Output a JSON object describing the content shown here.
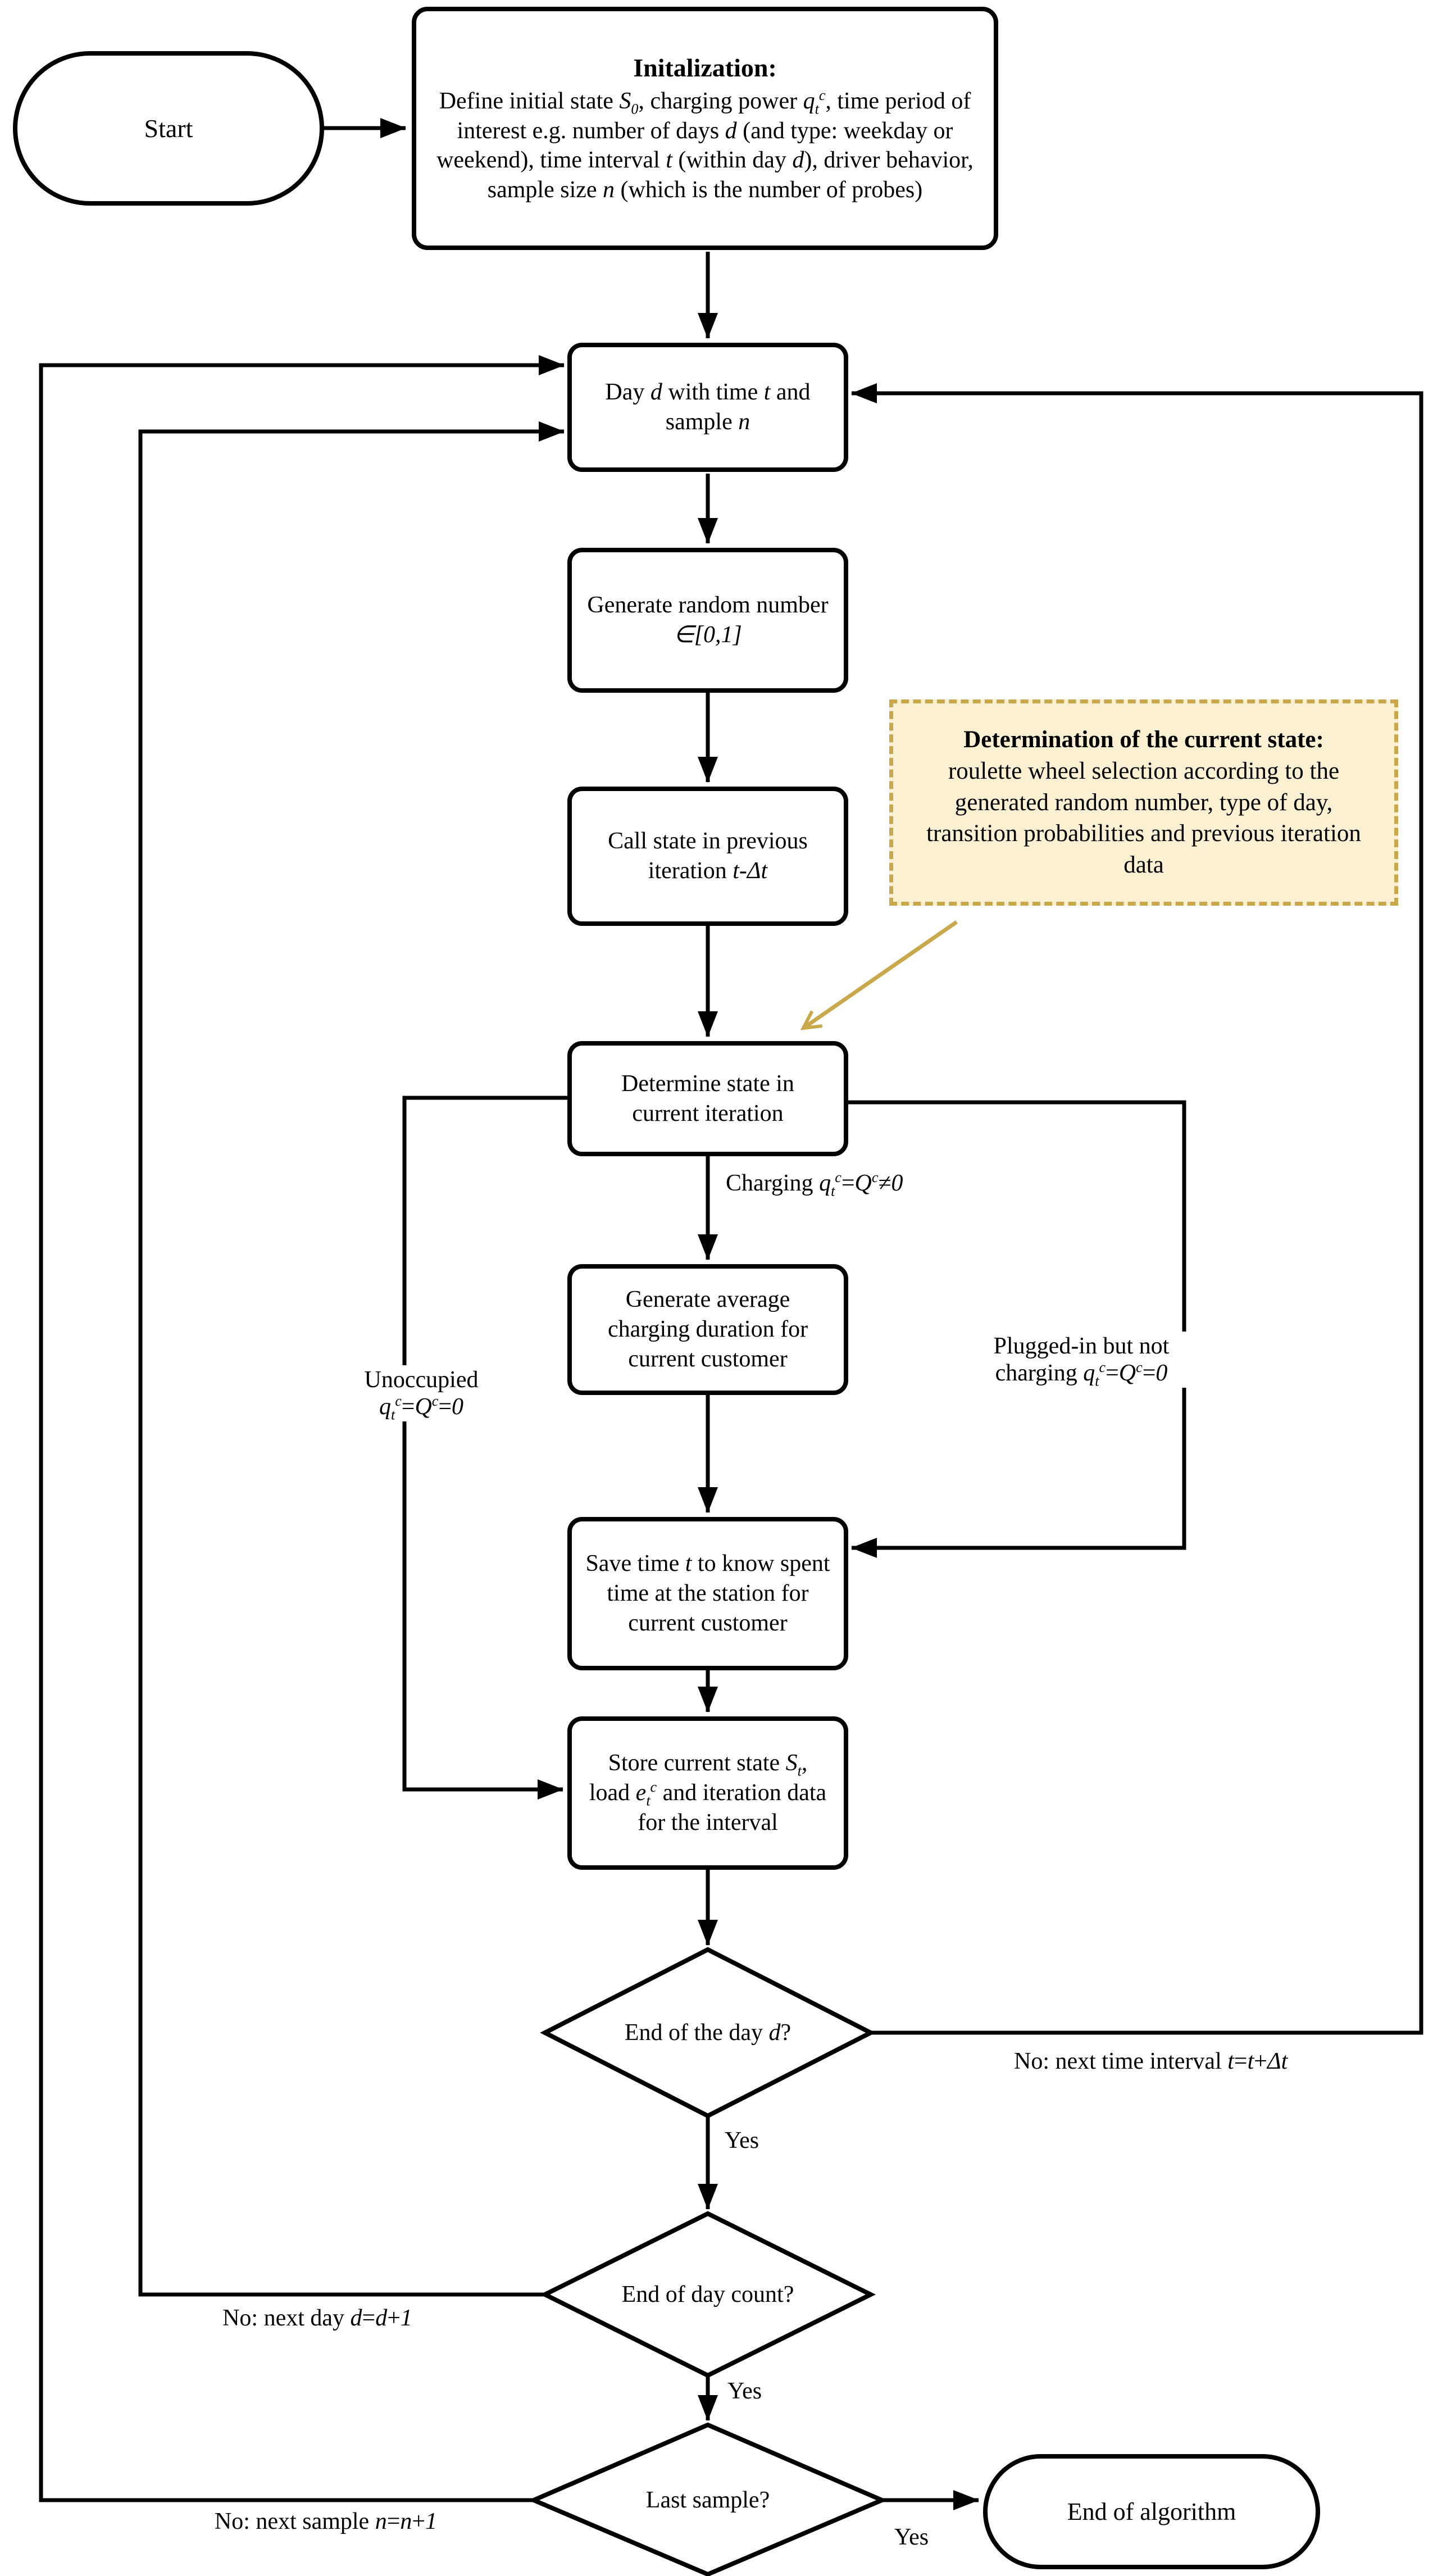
{
  "palette": {
    "line": "#000000",
    "note_border": "#C9A84C",
    "note_fill": "#FCF0D2",
    "note_arrow": "#C9A84C",
    "box_fill": "#FFFFFF",
    "text": "#000000"
  },
  "nodes": {
    "start": {
      "label": "Start"
    },
    "init": {
      "title": "Initalization:",
      "body_html": "Define initial state <i>S<sub>0</sub></i>, charging power <i>q<sub>t</sub><sup>c</sup></i>, time period of interest e.g. number of days <i>d</i> (and type: weekday or weekend), time interval <i>t</i> (within day <i>d</i>), driver behavior, sample size <i>n</i> (which is the number of probes)"
    },
    "day": {
      "html": "Day <i>d</i> with time <i>t</i> and sample <i>n</i>"
    },
    "gen_random": {
      "html": "Generate random number <i>&#8712;[0,1]</i>"
    },
    "call_state": {
      "html": "Call state in previous iteration <i>t-&#916;t</i>"
    },
    "determine": {
      "html": "Determine state in current iteration"
    },
    "gen_avg": {
      "html": "Generate average charging duration for current customer"
    },
    "save_time": {
      "html": "Save time <i>t</i> to know spent time at the station for current customer"
    },
    "store": {
      "html": "Store current state <i>S<sub>t</sub></i>, load <i>e<sub>t</sub><sup>c</sup></i> and iteration data for the interval"
    },
    "d1": {
      "html": "End of the day <i>d</i>?"
    },
    "d2": {
      "html": "End of day count?"
    },
    "d3": {
      "html": "Last sample?"
    },
    "end": {
      "html": "End of algorithm"
    },
    "note": {
      "title": "Determination of the current state:",
      "body": "roulette wheel selection according to the generated random number, type of day, transition probabilities and previous iteration data"
    }
  },
  "edge_labels": {
    "charging": "Charging <i>q<sub>t</sub><sup>c</sup></i>=<i>Q<sup>c</sup></i>&#8800;<i>0</i>",
    "plugged": "Plugged-in but not<br>charging <i>q<sub>t</sub><sup>c</sup></i>=<i>Q<sup>c</sup></i>=<i>0</i>",
    "unoccupied": "Unoccupied<br><i>q<sub>t</sub><sup>c</sup></i>=<i>Q<sup>c</sup></i>=<i>0</i>",
    "yes1": "Yes",
    "yes2": "Yes",
    "yes3": "Yes",
    "no_time": "No: next time interval <i>t</i>=<i>t</i>+<i>&#916;t</i>",
    "no_day": "No: next day <i>d</i>=<i>d</i>+<i>1</i>",
    "no_sample": "No: next sample <i>n</i>=<i>n</i>+<i>1</i>"
  }
}
